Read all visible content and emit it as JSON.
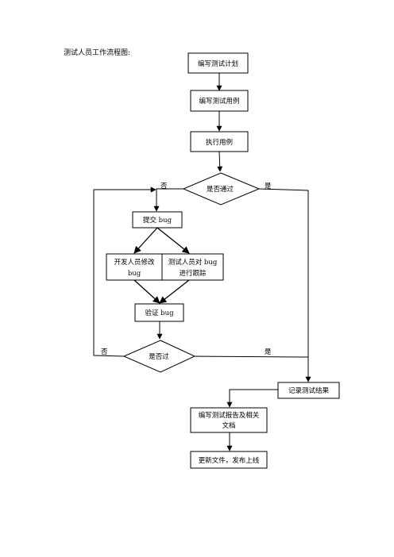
{
  "page_title": "测试人员工作流程图:",
  "nodes": {
    "write_plan": "编写测试计划",
    "write_cases": "编写测试用例",
    "run_cases": "执行用例",
    "pass_check_1": "是否通过",
    "submit_bug": "提交 bug",
    "dev_fix_line1": "开发人员修改",
    "dev_fix_line2": "bug",
    "tester_track_line1": "测试人员对 bug",
    "tester_track_line2": "进行跟踪",
    "verify_bug": "验证 bug",
    "pass_check_2": "是否过",
    "record_results": "记录测试结果",
    "write_report_line1": "编写测试报告及相关",
    "write_report_line2": "文档",
    "update_release": "更新文件，发布上线"
  },
  "edge_labels": {
    "no_1": "否",
    "yes_1": "是",
    "no_2": "否",
    "yes_2": "是"
  }
}
